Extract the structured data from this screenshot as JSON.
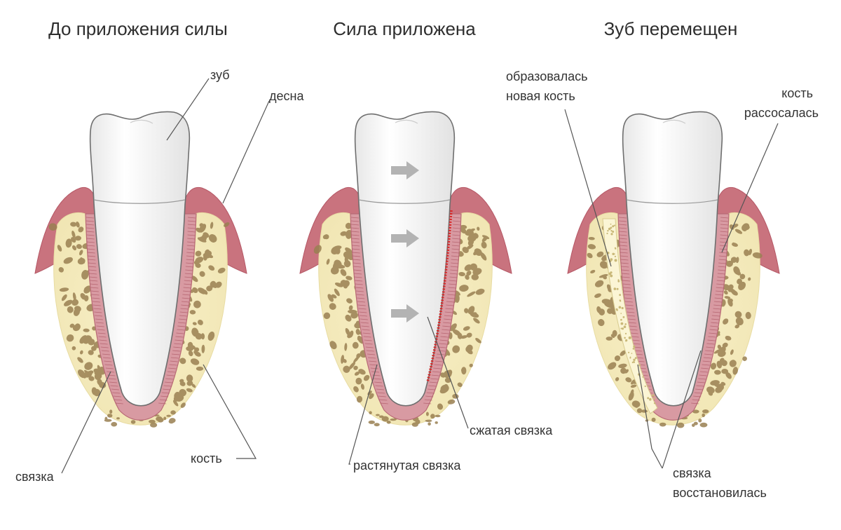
{
  "panels": [
    {
      "title": "До приложения силы"
    },
    {
      "title": "Сила приложена"
    },
    {
      "title": "Зуб перемещен"
    }
  ],
  "labels": {
    "tooth": "зуб",
    "gum": "десна",
    "ligament": "связка",
    "bone": "кость",
    "stretched_ligament": "растянутая связка",
    "compressed_ligament": "сжатая связка",
    "new_bone_line1": "образовалась",
    "new_bone_line2": "новая кость",
    "bone_resorbed_line1": "кость",
    "bone_resorbed_line2": "рассосалась",
    "ligament_restored_line1": "связка",
    "ligament_restored_line2": "восстановилась"
  },
  "colors": {
    "gum": "#c9737e",
    "gum_dark": "#b55866",
    "bone": "#f7efc6",
    "trabecula": "#9a8052",
    "ligament": "#d89aa2",
    "tooth": "#f4f4f4",
    "arrow": "#b3b3b3",
    "compressed": "#d62a2a",
    "new_bone": "#fbf5d5"
  },
  "icons": [
    "force-arrow-icon"
  ]
}
